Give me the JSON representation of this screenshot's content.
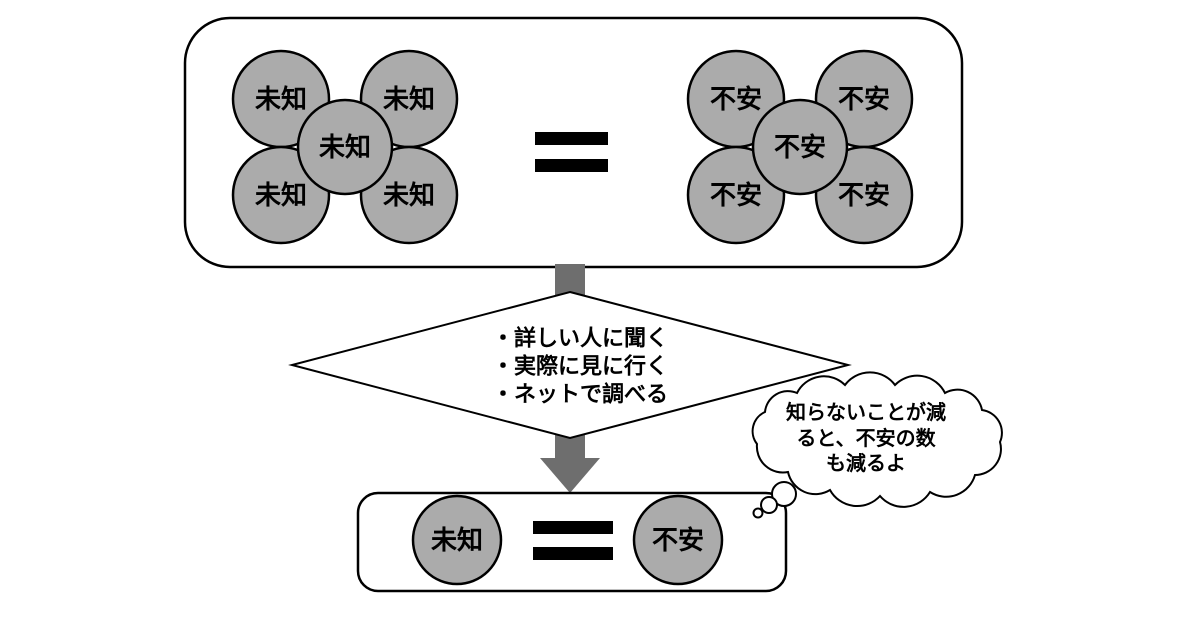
{
  "colors": {
    "background": "#ffffff",
    "circle_fill": "#ababab",
    "outline": "#000000",
    "arrow_fill": "#6e6e6e",
    "equals_fill": "#000000"
  },
  "top_equation": {
    "unknown_labels": [
      "未知",
      "未知",
      "未知",
      "未知",
      "未知"
    ],
    "anxiety_labels": [
      "不安",
      "不安",
      "不安",
      "不安",
      "不安"
    ]
  },
  "actions": {
    "items": [
      "・詳しい人に聞く",
      "・実際に見に行く",
      "・ネットで調べる"
    ]
  },
  "bottom_equation": {
    "unknown_label": "未知",
    "anxiety_label": "不安"
  },
  "thought_bubble": {
    "lines": [
      "知らないことが減",
      "ると、不安の数",
      "も減るよ"
    ],
    "full_text": "知らないことが減ると、不安の数も減るよ"
  }
}
